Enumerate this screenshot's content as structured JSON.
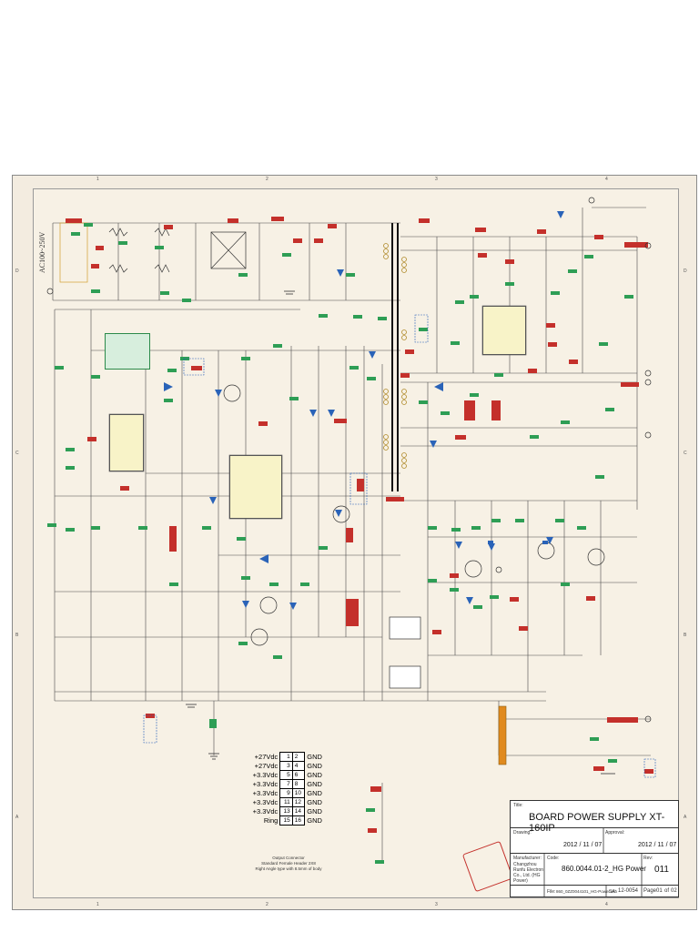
{
  "sheet": {
    "zone_columns": [
      "1",
      "2",
      "3",
      "4"
    ],
    "zone_rows": [
      "D",
      "C",
      "B",
      "A"
    ],
    "input_label": "AC100~250V"
  },
  "connector": {
    "rows": [
      {
        "left_label": "+27Vdc",
        "left_pin": "1",
        "right_pin": "2",
        "right_label": "GND"
      },
      {
        "left_label": "+27Vdc",
        "left_pin": "3",
        "right_pin": "4",
        "right_label": "GND"
      },
      {
        "left_label": "+3.3Vdc",
        "left_pin": "5",
        "right_pin": "6",
        "right_label": "GND"
      },
      {
        "left_label": "+3.3Vdc",
        "left_pin": "7",
        "right_pin": "8",
        "right_label": "GND"
      },
      {
        "left_label": "+3.3Vdc",
        "left_pin": "9",
        "right_pin": "10",
        "right_label": "GND"
      },
      {
        "left_label": "+3.3Vdc",
        "left_pin": "11",
        "right_pin": "12",
        "right_label": "GND"
      },
      {
        "left_label": "+3.3Vdc",
        "left_pin": "13",
        "right_pin": "14",
        "right_label": "GND"
      },
      {
        "left_label": "Ring",
        "left_pin": "15",
        "right_pin": "16",
        "right_label": "GND"
      }
    ],
    "caption_1": "Output Connector",
    "caption_2": "Standard Female Header 2X8",
    "caption_3": "Right Angle type with 8.5mm of body"
  },
  "title_block": {
    "title_label": "Title:",
    "title": "BOARD POWER SUPPLY  XT-160IP",
    "drawing_label": "Drawing:",
    "drawing_date": "2012 / 11 / 07",
    "approval_label": "Approval:",
    "approval_date": "2012 / 11 / 07",
    "manufacturer_label": "Manufacturer:",
    "manufacturer": "Changzhou Runfu Electron Co., Ltd. (HG Power)",
    "code_label": "Code:",
    "code": "860.0044.01-2_HG Power",
    "rev_label": "Rev:",
    "rev": "011",
    "file_label": "File:",
    "file": "860_0ZZ0044101_HG-Power.sch",
    "sa_label": "SA:",
    "sa": "12-0054",
    "page_label": "Page",
    "page": "01",
    "page_of": "of",
    "page_total": "02"
  },
  "colors": {
    "wire": "#4a4a4a",
    "label_red": "#c4302b",
    "label_green": "#2e9e55",
    "diode_blue": "#2a63b8",
    "ic_fill": "#f8f3c8",
    "note_fill": "#d7eedd",
    "sheet_bg": "#f3ece0",
    "heatsink": "#e08a1e"
  }
}
